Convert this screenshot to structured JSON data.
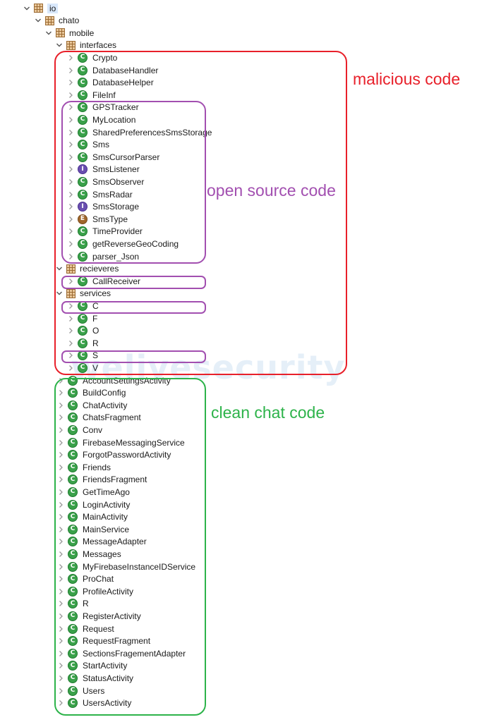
{
  "watermark": "welivesecurity",
  "colors": {
    "malicious": "#e8202a",
    "open_source": "#a24fb0",
    "clean": "#2db34a",
    "class_icon": "#3aa14a",
    "interface_icon": "#6a4fb0",
    "enum_icon": "#a0672b",
    "selection": "#d9e8fb"
  },
  "annotations": {
    "malicious": "malicious code",
    "open_source": "open source code",
    "clean": "clean chat code"
  },
  "tree": {
    "packages": {
      "io": "io",
      "chato": "chato",
      "mobile": "mobile",
      "interfaces": "interfaces",
      "recieveres": "recieveres",
      "services": "services"
    },
    "interfaces_items": [
      {
        "label": "Crypto",
        "kind": "class"
      },
      {
        "label": "DatabaseHandler",
        "kind": "class"
      },
      {
        "label": "DatabaseHelper",
        "kind": "class"
      },
      {
        "label": "FileInf",
        "kind": "class"
      },
      {
        "label": "GPSTracker",
        "kind": "class"
      },
      {
        "label": "MyLocation",
        "kind": "class"
      },
      {
        "label": "SharedPreferencesSmsStorage",
        "kind": "class"
      },
      {
        "label": "Sms",
        "kind": "class"
      },
      {
        "label": "SmsCursorParser",
        "kind": "class"
      },
      {
        "label": "SmsListener",
        "kind": "interface"
      },
      {
        "label": "SmsObserver",
        "kind": "class"
      },
      {
        "label": "SmsRadar",
        "kind": "class"
      },
      {
        "label": "SmsStorage",
        "kind": "interface"
      },
      {
        "label": "SmsType",
        "kind": "enum"
      },
      {
        "label": "TimeProvider",
        "kind": "class"
      },
      {
        "label": "getReverseGeoCoding",
        "kind": "class"
      },
      {
        "label": "parser_Json",
        "kind": "class"
      }
    ],
    "recieveres_items": [
      {
        "label": "CallReceiver",
        "kind": "class"
      }
    ],
    "services_items": [
      {
        "label": "C",
        "kind": "class"
      },
      {
        "label": "F",
        "kind": "class"
      },
      {
        "label": "O",
        "kind": "class"
      },
      {
        "label": "R",
        "kind": "class"
      },
      {
        "label": "S",
        "kind": "class"
      },
      {
        "label": "V",
        "kind": "class"
      }
    ],
    "mobile_items": [
      {
        "label": "AccountSettingsActivity",
        "kind": "class"
      },
      {
        "label": "BuildConfig",
        "kind": "class"
      },
      {
        "label": "ChatActivity",
        "kind": "class"
      },
      {
        "label": "ChatsFragment",
        "kind": "class"
      },
      {
        "label": "Conv",
        "kind": "class"
      },
      {
        "label": "FirebaseMessagingService",
        "kind": "class"
      },
      {
        "label": "ForgotPasswordActivity",
        "kind": "class"
      },
      {
        "label": "Friends",
        "kind": "class"
      },
      {
        "label": "FriendsFragment",
        "kind": "class"
      },
      {
        "label": "GetTimeAgo",
        "kind": "class"
      },
      {
        "label": "LoginActivity",
        "kind": "class"
      },
      {
        "label": "MainActivity",
        "kind": "class"
      },
      {
        "label": "MainService",
        "kind": "class"
      },
      {
        "label": "MessageAdapter",
        "kind": "class"
      },
      {
        "label": "Messages",
        "kind": "class"
      },
      {
        "label": "MyFirebaseInstanceIDService",
        "kind": "class"
      },
      {
        "label": "ProChat",
        "kind": "class"
      },
      {
        "label": "ProfileActivity",
        "kind": "class"
      },
      {
        "label": "R",
        "kind": "class"
      },
      {
        "label": "RegisterActivity",
        "kind": "class"
      },
      {
        "label": "Request",
        "kind": "class"
      },
      {
        "label": "RequestFragment",
        "kind": "class"
      },
      {
        "label": "SectionsFragementAdapter",
        "kind": "class"
      },
      {
        "label": "StartActivity",
        "kind": "class"
      },
      {
        "label": "StatusActivity",
        "kind": "class"
      },
      {
        "label": "Users",
        "kind": "class"
      },
      {
        "label": "UsersActivity",
        "kind": "class"
      }
    ]
  }
}
